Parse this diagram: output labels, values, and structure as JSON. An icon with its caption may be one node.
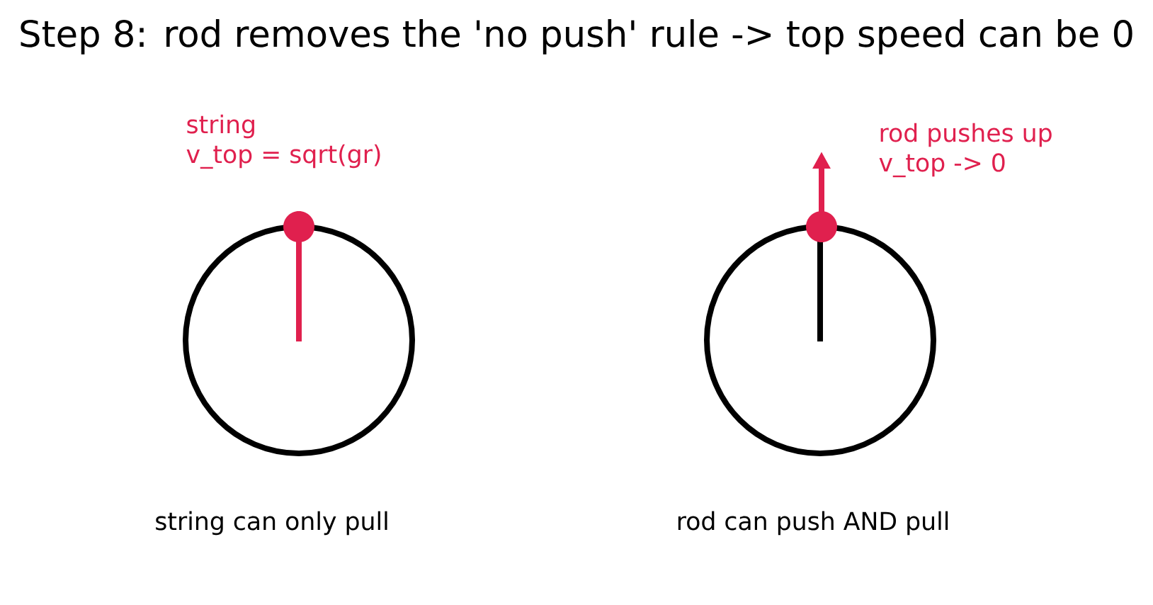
{
  "diagram": {
    "title": "Step 8: rod removes the 'no push' rule -> top speed can be 0",
    "labels": [
      "string",
      "v_top = sqrt(gr)",
      "rod pushes up",
      "v_top -> 0",
      "string can only pull",
      "rod can push AND pull"
    ]
  }
}
